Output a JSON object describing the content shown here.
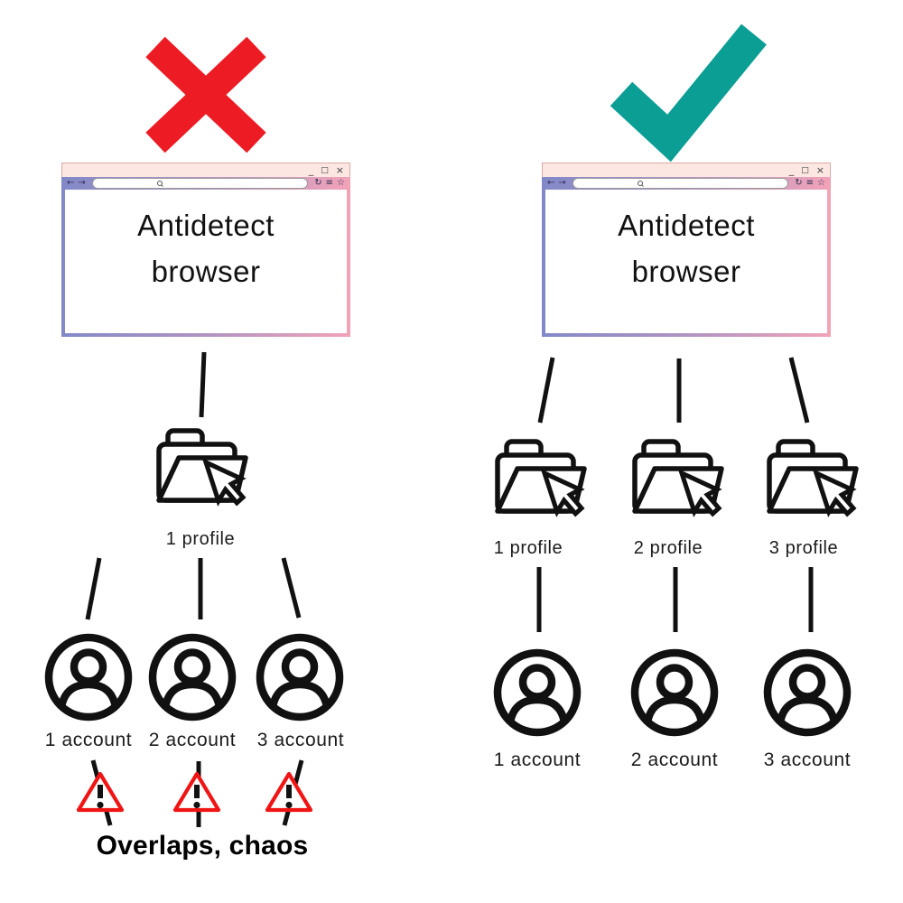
{
  "left_panel": {
    "verdict": "wrong-approach",
    "browser_title": "Antidetect browser",
    "profile_labels": [
      "1 profile"
    ],
    "account_labels": [
      "1 account",
      "2 account",
      "3 account"
    ],
    "caption": "Overlaps, chaos"
  },
  "right_panel": {
    "verdict": "correct-approach",
    "browser_title": "Antidetect browser",
    "profile_labels": [
      "1 profile",
      "2 profile",
      "3 profile"
    ],
    "account_labels": [
      "1 account",
      "2 account",
      "3 account"
    ]
  },
  "chrome": {
    "minimize": "_",
    "maximize": "□",
    "close": "×",
    "back": "←",
    "forward": "→",
    "refresh": "↻",
    "menu": "≡",
    "bookmark": "☆"
  },
  "colors": {
    "x_mark": "#ed1c24",
    "check_mark": "#0a9e94",
    "warning_triangle": "#f01414",
    "window_gradient_left": "#8289c8",
    "window_gradient_right": "#f2a3b8",
    "titlebar": "#fce7e3",
    "line_color": "#111111"
  }
}
